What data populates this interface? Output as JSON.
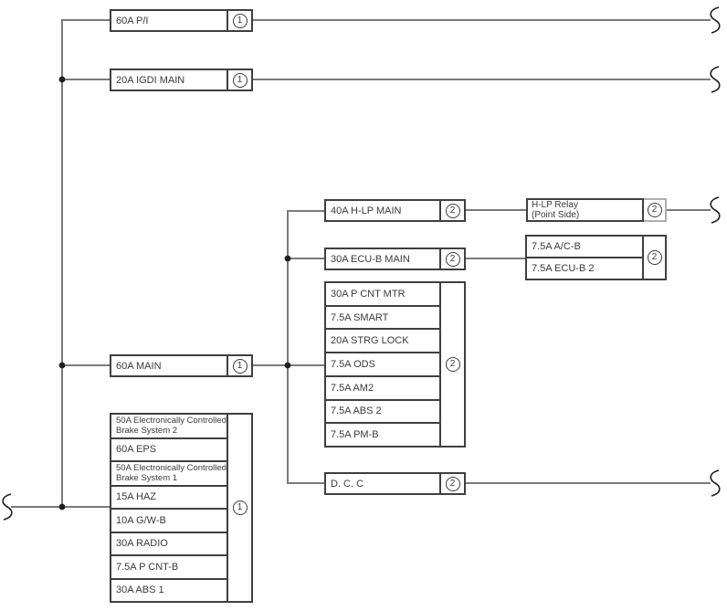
{
  "colors": {
    "wire": "#7a7a7a",
    "box_border": "#3f3f3f",
    "relay_border": "#adadad",
    "text": "#3a3a3a",
    "junction_dot": "#1f1f1f"
  },
  "boxes": {
    "pi": {
      "label": "60A P/I",
      "tag": "1"
    },
    "igdi": {
      "label": "20A IGDI MAIN",
      "tag": "1"
    },
    "main": {
      "label": "60A MAIN",
      "tag": "1"
    },
    "hlp_main": {
      "label": "40A H-LP MAIN",
      "tag": "2"
    },
    "ecub_main": {
      "label": "30A ECU-B MAIN",
      "tag": "2"
    },
    "hlp_relay": {
      "line1": "H-LP Relay",
      "line2": "(Point Side)",
      "tag": "2"
    },
    "acb_pair": {
      "rows": [
        "7.5A A/C-B",
        "7.5A ECU-B 2"
      ],
      "tag": "2"
    },
    "dcc": {
      "label": "D. C. C",
      "tag": "2"
    },
    "right_stack": {
      "rows": [
        "30A P CNT MTR",
        "7.5A SMART",
        "20A STRG LOCK",
        "7.5A ODS",
        "7.5A AM2",
        "7.5A ABS 2",
        "7.5A PM-B"
      ],
      "tag": "2"
    },
    "left_stack": {
      "rows": [
        "50A Electronically Controlled Brake System 2",
        "60A EPS",
        "50A Electronically Controlled Brake System 1",
        "15A HAZ",
        "10A G/W-B",
        "30A RADIO",
        "7.5A P CNT-B",
        "30A ABS 1"
      ],
      "tag": "1"
    }
  }
}
